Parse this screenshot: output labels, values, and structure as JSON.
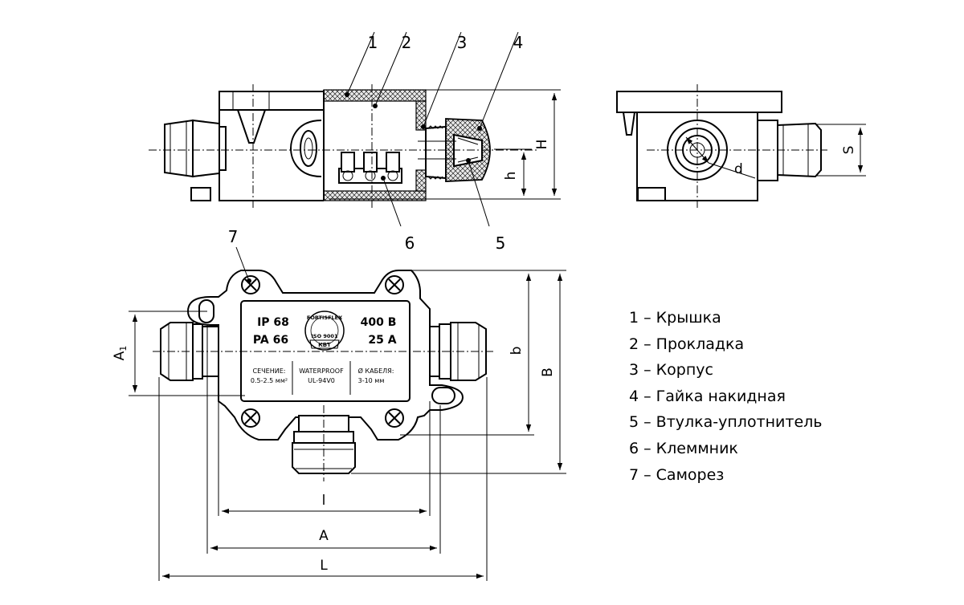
{
  "callouts": [
    "1",
    "2",
    "3",
    "4",
    "5",
    "6",
    "7"
  ],
  "dimensions": {
    "H": "H",
    "h": "h",
    "S": "S",
    "d": "d",
    "A1_main": "A",
    "A1_sub": "1",
    "b": "b",
    "B": "B",
    "l": "l",
    "A": "A",
    "L": "L"
  },
  "label_plate": {
    "ip": "IP 68",
    "pa": "PA 66",
    "volt": "400 В",
    "amp": "25 А",
    "section_title": "СЕЧЕНИЕ:",
    "section_value": "0.5-2.5 мм²",
    "waterproof": "WATERPROOF",
    "material": "UL-94V0",
    "cable_title": "Ø КАБЕЛЯ:",
    "cable_value": "3-10 мм",
    "logo_ring": "FORTISFLEX",
    "logo_iso": "ISO 9001",
    "logo_kvt": "КВТ"
  },
  "legend": [
    "1 – Крышка",
    "2 – Прокладка",
    "3 – Корпус",
    "4 – Гайка накидная",
    "5 – Втулка-уплотнитель",
    "6 – Клеммник",
    "7 – Саморез"
  ]
}
